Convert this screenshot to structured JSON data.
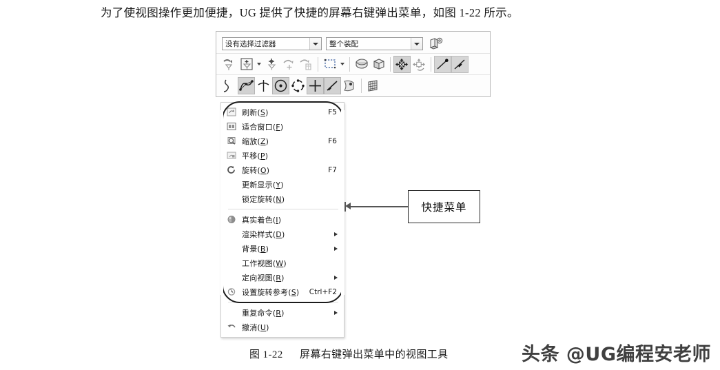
{
  "document": {
    "intro_paragraph": "为了使视图操作更加便捷，UG 提供了快捷的屏幕右键弹出菜单，如图 1-22 所示。",
    "caption_number": "图 1-22",
    "caption_text": "屏幕右键弹出菜单中的视图工具",
    "watermark": "头条 @UG编程安老师"
  },
  "toolbar": {
    "selection_filter": {
      "value": "没有选择过滤器",
      "placeholder": "没有选择过滤器"
    },
    "assembly_scope": {
      "value": "整个装配",
      "placeholder": "整个装配"
    },
    "scope_icon": "assembly-scope-icon",
    "row2_buttons": [
      {
        "name": "select-general-icon",
        "selected": false
      },
      {
        "name": "select-filter-icon",
        "selected": false,
        "has_dropdown": true
      },
      {
        "name": "select-point-icon",
        "selected": false
      },
      {
        "name": "select-snap-point-icon",
        "selected": false
      },
      {
        "name": "select-face-icon",
        "selected": false
      },
      {
        "name": "rectangle-select-icon",
        "selected": false,
        "has_dropdown": true
      },
      {
        "name": "shade-body-icon",
        "selected": false
      },
      {
        "name": "shade-edges-icon",
        "selected": false
      },
      {
        "name": "move-object-icon",
        "selected": true
      },
      {
        "name": "rotate-object-icon",
        "selected": false
      },
      {
        "name": "measure-line-icon",
        "selected": true
      },
      {
        "name": "measure-distance-icon",
        "selected": true
      }
    ],
    "row3_buttons": [
      {
        "name": "spline-curve-icon",
        "selected": false
      },
      {
        "name": "studio-spline-icon",
        "selected": true
      },
      {
        "name": "bridge-curve-icon",
        "selected": false
      },
      {
        "name": "circle-center-icon",
        "selected": true
      },
      {
        "name": "arc-circle-icon",
        "selected": false
      },
      {
        "name": "point-cross-icon",
        "selected": true
      },
      {
        "name": "line-icon",
        "selected": true
      },
      {
        "name": "surface-icon",
        "selected": false
      },
      {
        "name": "mesh-grid-icon",
        "selected": false
      }
    ]
  },
  "context_menu": {
    "annotation_label": "快捷菜单",
    "items": [
      {
        "icon": "refresh-icon",
        "label": "刷新",
        "mnemonic": "S",
        "shortcut": "F5",
        "submenu": false
      },
      {
        "icon": "fit-window-icon",
        "label": "适合窗口",
        "mnemonic": "F",
        "shortcut": "",
        "submenu": false
      },
      {
        "icon": "zoom-icon",
        "label": "缩放",
        "mnemonic": "Z",
        "shortcut": "F6",
        "submenu": false
      },
      {
        "icon": "pan-icon",
        "label": "平移",
        "mnemonic": "P",
        "shortcut": "",
        "submenu": false
      },
      {
        "icon": "rotate-icon",
        "label": "旋转",
        "mnemonic": "O",
        "shortcut": "F7",
        "submenu": false
      },
      {
        "icon": "",
        "label": "更新显示",
        "mnemonic": "Y",
        "shortcut": "",
        "submenu": false
      },
      {
        "icon": "",
        "label": "锁定旋转",
        "mnemonic": "N",
        "shortcut": "",
        "submenu": false
      },
      {
        "separator": true
      },
      {
        "icon": "shading-icon",
        "label": "真实着色",
        "mnemonic": "I",
        "shortcut": "",
        "submenu": false
      },
      {
        "icon": "",
        "label": "渲染样式",
        "mnemonic": "D",
        "shortcut": "",
        "submenu": true
      },
      {
        "icon": "",
        "label": "背景",
        "mnemonic": "B",
        "shortcut": "",
        "submenu": true
      },
      {
        "icon": "",
        "label": "工作视图",
        "mnemonic": "W",
        "shortcut": "",
        "submenu": false
      },
      {
        "icon": "",
        "label": "定向视图",
        "mnemonic": "R",
        "shortcut": "",
        "submenu": true
      },
      {
        "icon": "set-rotate-ref-icon",
        "label": "设置旋转参考",
        "mnemonic": "S",
        "shortcut": "Ctrl+F2",
        "submenu": false
      },
      {
        "separator": true
      },
      {
        "icon": "",
        "label": "重复命令",
        "mnemonic": "R",
        "shortcut": "",
        "submenu": true
      },
      {
        "icon": "undo-icon",
        "label": "撤消",
        "mnemonic": "U",
        "shortcut": "",
        "submenu": false
      }
    ]
  },
  "colors": {
    "page_background": "#ffffff",
    "panel_border": "#b9b9b9",
    "menu_border": "#cdcdcd",
    "highlight_ring": "#1b1b1b",
    "leader_line": "#555555",
    "selected_button": "#d2d2d2",
    "text": "#171717"
  }
}
